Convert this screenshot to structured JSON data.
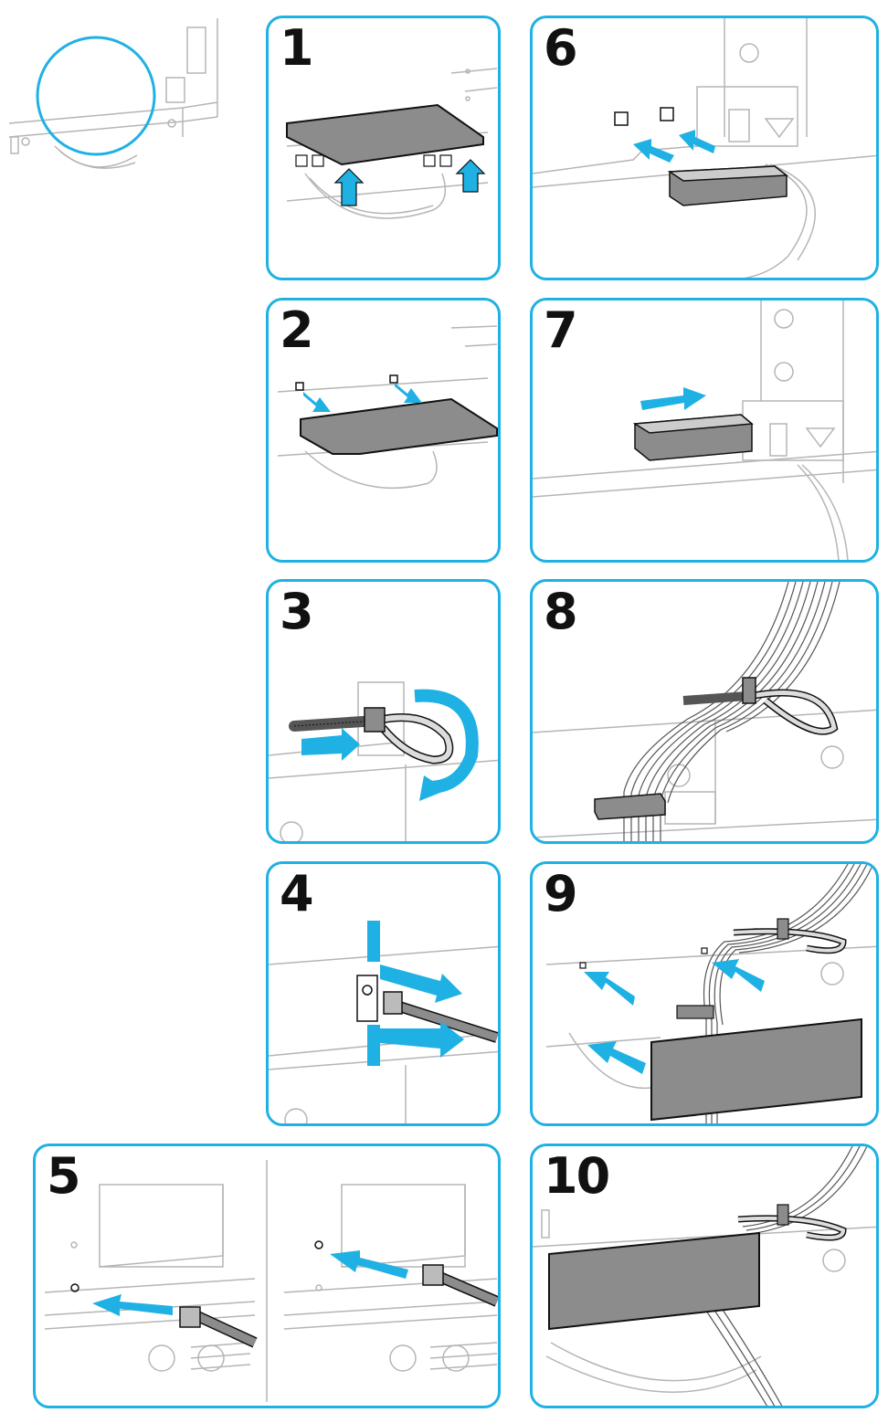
{
  "colors": {
    "accent": "#1fb1e3",
    "frame": "#1fb1e3",
    "part": "#8c8c8c",
    "line": "#b5b5b5"
  },
  "overview": {
    "icon": "tv-rear-corner-zoom-icon"
  },
  "steps": [
    {
      "number": "1",
      "action": "remove-cover"
    },
    {
      "number": "2",
      "action": "insert-cover"
    },
    {
      "number": "3",
      "action": "loop-cable-tie"
    },
    {
      "number": "4",
      "action": "remove-tie-holder"
    },
    {
      "number": "5",
      "action": "attach-tie-holder"
    },
    {
      "number": "6",
      "action": "attach-clip"
    },
    {
      "number": "7",
      "action": "slide-clip"
    },
    {
      "number": "8",
      "action": "bundle-cables"
    },
    {
      "number": "9",
      "action": "attach-cover"
    },
    {
      "number": "10",
      "action": "cover-attached"
    }
  ]
}
